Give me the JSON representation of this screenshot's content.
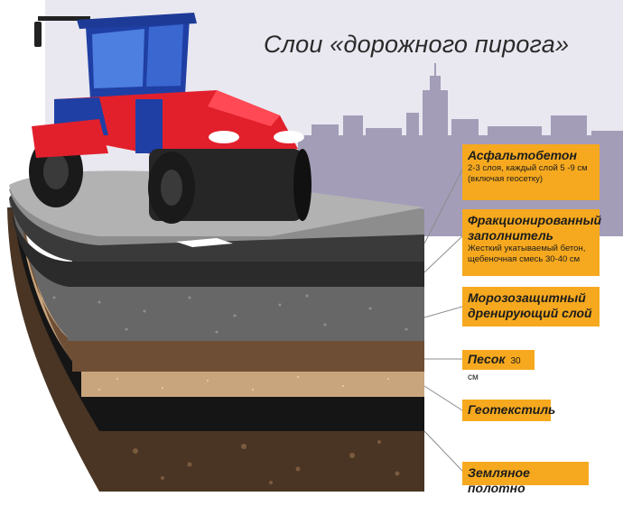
{
  "title": "Слои «дорожного пирога»",
  "layers": [
    {
      "name": "Асфальтобетон",
      "description": "2-3 слоя, каждый слой 5 -9 см (включая геосетку)"
    },
    {
      "name": "Фракционированный заполнитель",
      "description": "Жесткий укатываемый бетон, щебеночная смесь 30-40 см"
    },
    {
      "name": "Морозозащитный дренирующий слой",
      "description": ""
    },
    {
      "name": "Песок",
      "description": "30 см"
    },
    {
      "name": "Геотекстиль",
      "description": ""
    },
    {
      "name": "Земляное полотно",
      "description": ""
    }
  ],
  "colors": {
    "label_bg": "#f6a91e",
    "sky": "#e9e8f0",
    "city": "#a39db8",
    "roller_red": "#e2202c",
    "roller_blue": "#1f3fa4",
    "asphalt": "#2b2b2b",
    "aggregate": "#676767",
    "drainage": "#6e4f36",
    "sand": "#c9a57d",
    "geotextile": "#151515",
    "soil": "#4a3524"
  }
}
